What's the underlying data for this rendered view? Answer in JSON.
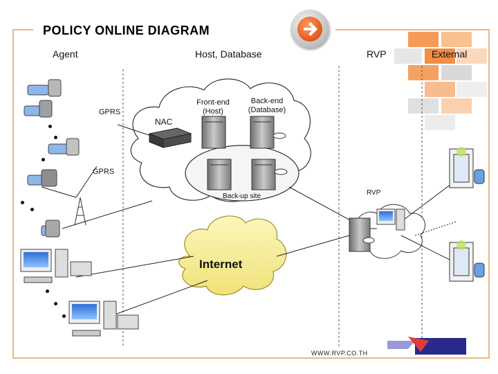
{
  "title": "POLICY ONLINE DIAGRAM",
  "columns": {
    "agent": "Agent",
    "host": "Host, Database",
    "rvp": "RVP",
    "external": "External"
  },
  "labels": {
    "gprs_1": "GPRS",
    "gprs_2": "GPRS",
    "nac": "NAC",
    "frontend": "Front-end (Host)",
    "backend": "Back-end (Database)",
    "backup": "Back-up site",
    "rvp_node": "RVP",
    "internet": "Internet"
  },
  "footer": {
    "url": "WWW.RVP.CO.TH"
  },
  "colors": {
    "frame": "#e8b88a",
    "brick_orange": "#f28b3a",
    "brick_grey": "#d9d9d9",
    "arrow": "#e2571c"
  }
}
